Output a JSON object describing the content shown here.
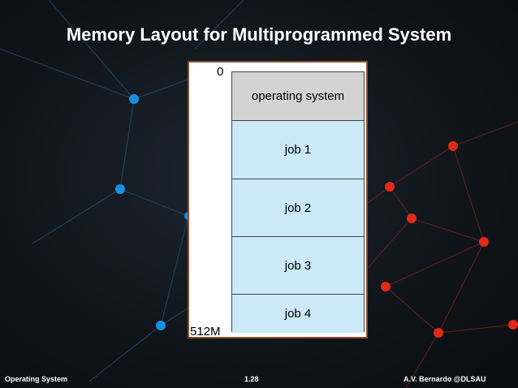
{
  "slide": {
    "title": "Memory Layout for Multiprogrammed System"
  },
  "figure": {
    "address_top": "0",
    "address_bottom": "512M",
    "segments": [
      {
        "label": "operating system",
        "color": "#d3d3d3"
      },
      {
        "label": "job 1",
        "color": "#cbe9f7"
      },
      {
        "label": "job 2",
        "color": "#cbe9f7"
      },
      {
        "label": "job 3",
        "color": "#cbe9f7"
      },
      {
        "label": "job 4",
        "color": "#cbe9f7"
      }
    ]
  },
  "footer": {
    "left": "Operating System",
    "center": "1.28",
    "right": "A.V. Bernardo @DLSAU"
  },
  "colors": {
    "background": "#0f1419",
    "title_text": "#ffffff",
    "figure_border": "#8b4d2a",
    "blue_nodes": "#1a8fe0",
    "red_nodes": "#e02a1a"
  }
}
